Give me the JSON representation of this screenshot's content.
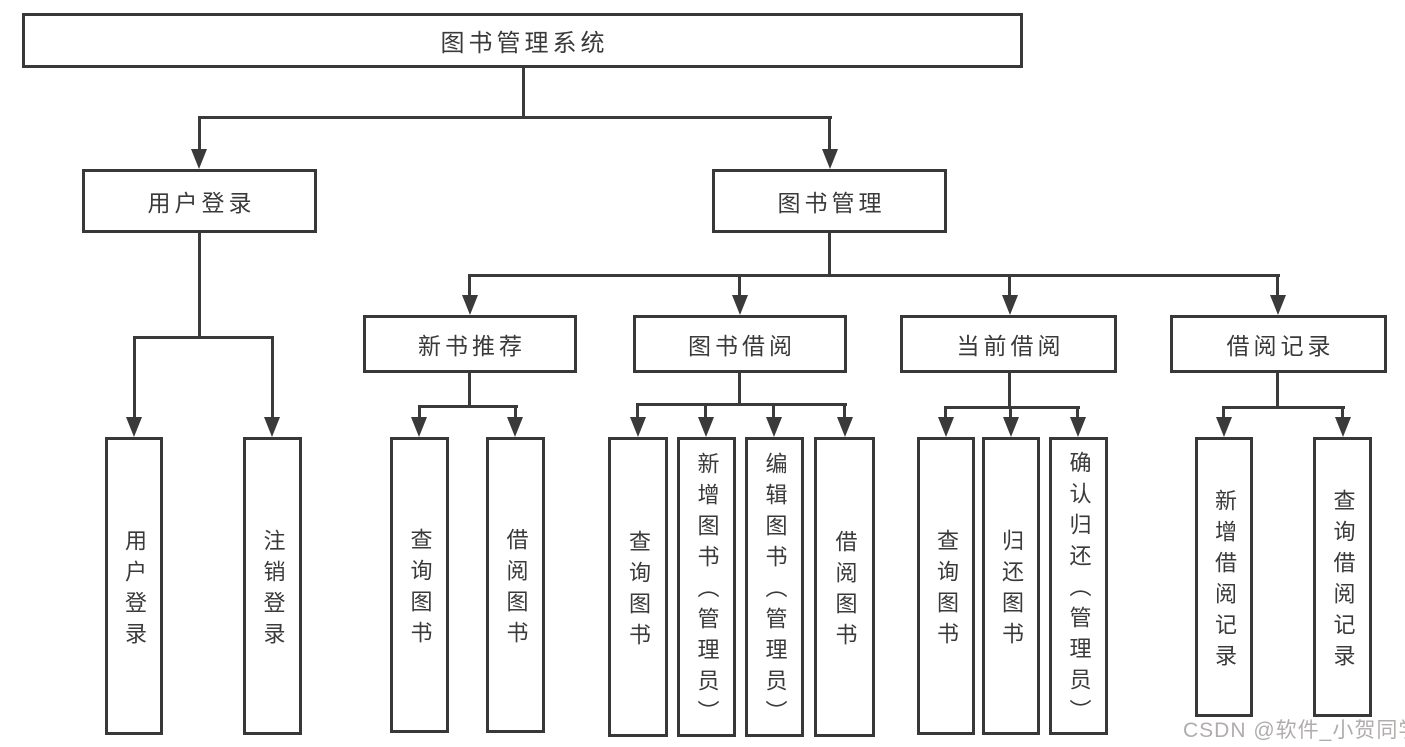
{
  "diagram": {
    "title": "图书管理系统",
    "nodes": {
      "user_login": "用户登录",
      "book_mgmt": "图书管理",
      "new_book": "新书推荐",
      "book_borrow": "图书借阅",
      "current_borrow": "当前借阅",
      "borrow_record": "借阅记录",
      "leaf_user_login": "用户登录",
      "leaf_logout": "注销登录",
      "leaf_nb_query": "查询图书",
      "leaf_nb_borrow": "借阅图书",
      "leaf_bb_query": "查询图书",
      "leaf_bb_add": "新增图书（管理员）",
      "leaf_bb_edit": "编辑图书（管理员）",
      "leaf_bb_borrow": "借阅图书",
      "leaf_cb_query": "查询图书",
      "leaf_cb_return": "归还图书",
      "leaf_cb_confirm": "确认归还（管理员）",
      "leaf_br_add": "新增借阅记录",
      "leaf_br_query": "查询借阅记录"
    },
    "watermark": "CSDN @软件_小贺同学"
  },
  "colors": {
    "line": "#3a3a3a",
    "box_border": "#383838",
    "text": "#3a3a3a",
    "background": "#ffffff",
    "watermark": "rgba(80,70,70,0.45)"
  }
}
